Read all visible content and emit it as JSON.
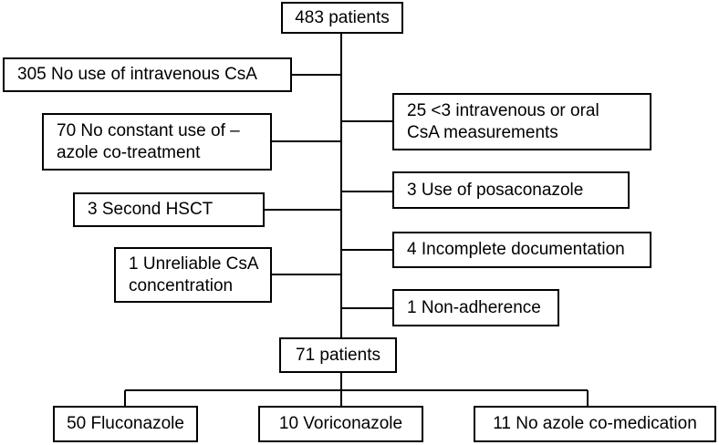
{
  "flowchart": {
    "start": {
      "text": "483 patients"
    },
    "exclusions_left": [
      {
        "text": "305 No use of intravenous CsA"
      },
      {
        "line1": "70 No constant use of –",
        "line2": "azole co-treatment"
      },
      {
        "text": "3 Second HSCT"
      },
      {
        "line1": "1 Unreliable CsA",
        "line2": "concentration"
      }
    ],
    "exclusions_right": [
      {
        "line1": "25 <3 intravenous or oral",
        "line2": "CsA measurements"
      },
      {
        "text": "3 Use of posaconazole"
      },
      {
        "text": "4 Incomplete documentation"
      },
      {
        "text": "1 Non-adherence"
      }
    ],
    "result": {
      "text": "71 patients"
    },
    "groups": [
      {
        "text": "50 Fluconazole"
      },
      {
        "text": "10 Voriconazole"
      },
      {
        "text": "11 No azole co-medication"
      }
    ],
    "line_color": "#000000",
    "box_border_color": "#000000"
  }
}
